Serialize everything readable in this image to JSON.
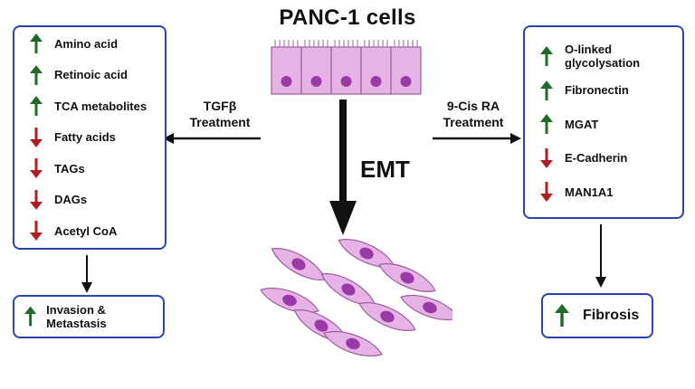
{
  "title": "PANC-1 cells",
  "center_label": "EMT",
  "left_treatment": {
    "line1": "TGFβ",
    "line2": "Treatment"
  },
  "right_treatment": {
    "line1": "9-Cis RA",
    "line2": "Treatment"
  },
  "left_box": {
    "items": [
      {
        "label": "Amino acid",
        "direction": "up"
      },
      {
        "label": "Retinoic acid",
        "direction": "up"
      },
      {
        "label": "TCA metabolites",
        "direction": "up"
      },
      {
        "label": "Fatty acids",
        "direction": "down"
      },
      {
        "label": "TAGs",
        "direction": "down"
      },
      {
        "label": "DAGs",
        "direction": "down"
      },
      {
        "label": "Acetyl CoA",
        "direction": "down"
      }
    ]
  },
  "right_box": {
    "items": [
      {
        "label": "O-linked glycolysation",
        "direction": "up"
      },
      {
        "label": "Fibronectin",
        "direction": "up"
      },
      {
        "label": "MGAT",
        "direction": "up"
      },
      {
        "label": "E-Cadherin",
        "direction": "down"
      },
      {
        "label": "MAN1A1",
        "direction": "down"
      }
    ]
  },
  "left_outcome": {
    "label": "Invasion & Metastasis",
    "direction": "up"
  },
  "right_outcome": {
    "label": "Fibrosis",
    "direction": "up"
  },
  "colors": {
    "up": "#1f6b2a",
    "down": "#b01e23",
    "box_border": "#2b46a8",
    "cell_fill": "#e7b3e6",
    "cell_stroke": "#9b5fa0",
    "nucleus": "#9a3aa6"
  }
}
